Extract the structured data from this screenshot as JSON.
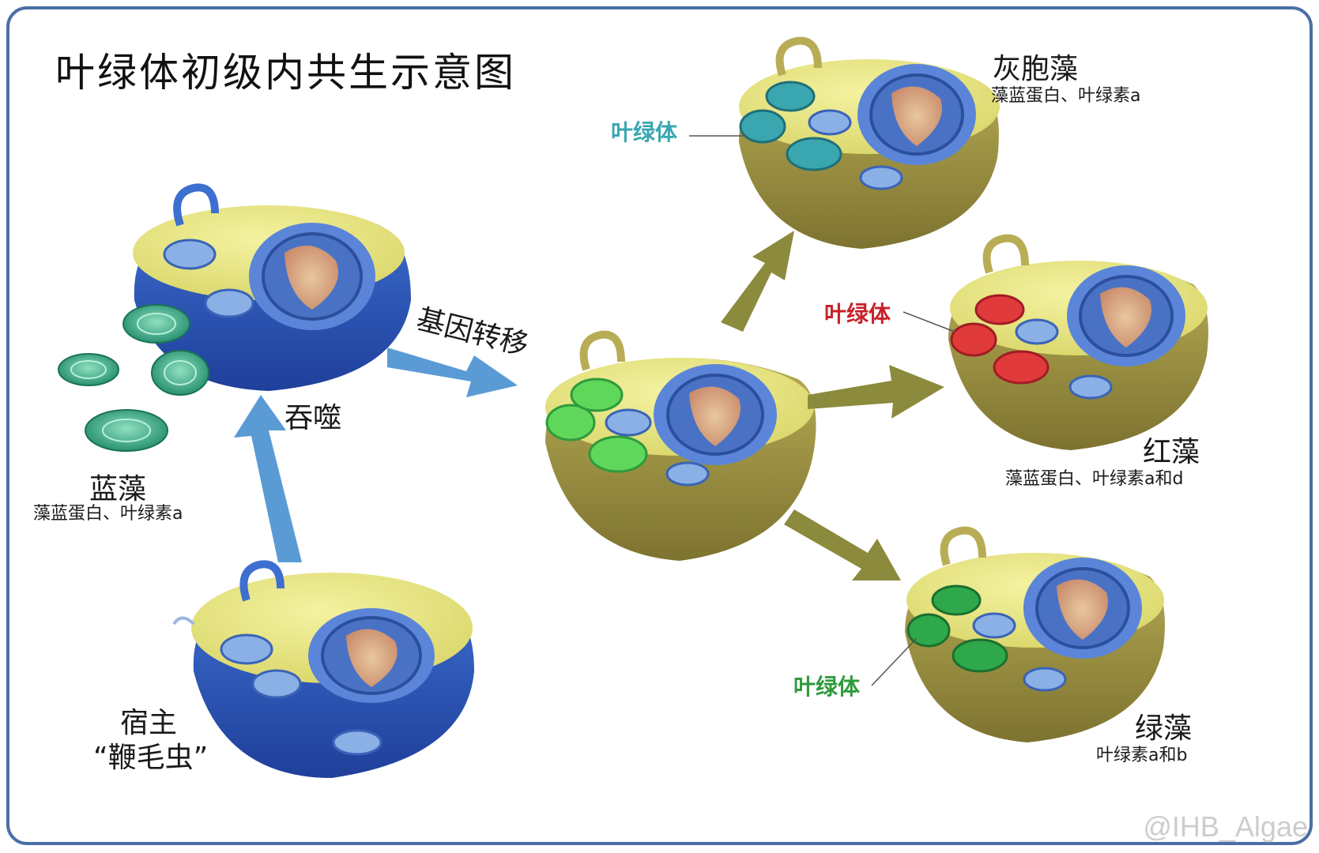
{
  "title": "叶绿体初级内共生示意图",
  "host": {
    "line1": "宿主",
    "line2": "“鞭毛虫”"
  },
  "cyanobacteria": {
    "name": "蓝藻",
    "pigments": "藻蓝蛋白、叶绿素a"
  },
  "engulf_label": "吞噬",
  "gene_transfer_label": "基因转移",
  "glaucophyte": {
    "name": "灰胞藻",
    "pigments": "藻蓝蛋白、叶绿素a",
    "chloroplast_label": "叶绿体"
  },
  "red_algae": {
    "name": "红藻",
    "pigments": "藻蓝蛋白、叶绿素a和d",
    "chloroplast_label": "叶绿体"
  },
  "green_algae": {
    "name": "绿藻",
    "pigments": "叶绿素a和b",
    "chloroplast_label": "叶绿体"
  },
  "watermark": "@IHB_Algae",
  "colors": {
    "frame": "#4a6fa5",
    "blue_arrow": "#5b9bd5",
    "olive_arrow": "#8c8a3c",
    "glaucophyte_label": "#3aa6b0",
    "red_label": "#c8222a",
    "green_label": "#2e9a3c"
  }
}
